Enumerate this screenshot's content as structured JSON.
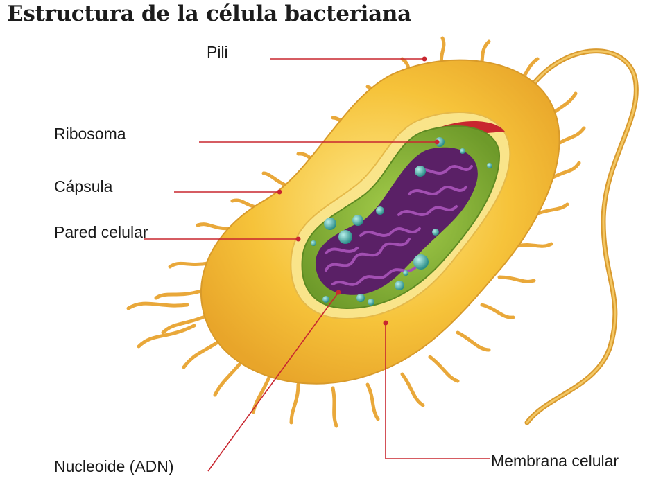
{
  "title": "Estructura de la célula bacteriana",
  "labels": {
    "pili": "Pili",
    "ribosoma": "Ribosoma",
    "capsula": "Cápsula",
    "pared_celular": "Pared celular",
    "nucleoide": "Nucleoide (ADN)",
    "membrana_celular": "Membrana celular"
  },
  "colors": {
    "leader_line": "#c8262f",
    "capsule": "#f6c33a",
    "cell_wall": "#f9e48a",
    "cytoplasm": "#8fb83a",
    "nucleoid": "#7a2e86",
    "ribosome": "#3aa6a0",
    "pili": "#e9a83a"
  }
}
